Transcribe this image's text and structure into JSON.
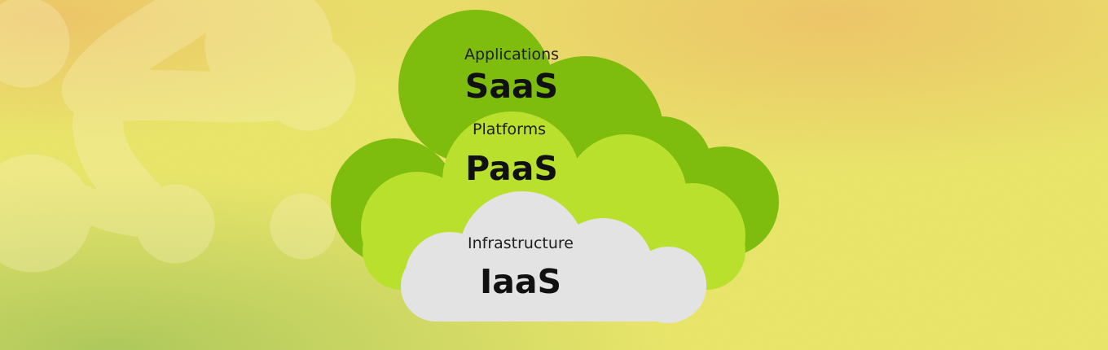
{
  "layers": [
    {
      "title": "Applications",
      "name": "SaaS",
      "color": "#7ebc0e"
    },
    {
      "title": "Platforms",
      "name": "PaaS",
      "color": "#b9e02c"
    },
    {
      "title": "Infrastructure",
      "name": "IaaS",
      "color": "#e3e3e3"
    }
  ],
  "colors": {
    "bg_yellow": "#ece96c",
    "bg_orange": "#f1c76a",
    "bg_green": "#aecb5c",
    "logo_watermark": "#fbf1c0"
  }
}
